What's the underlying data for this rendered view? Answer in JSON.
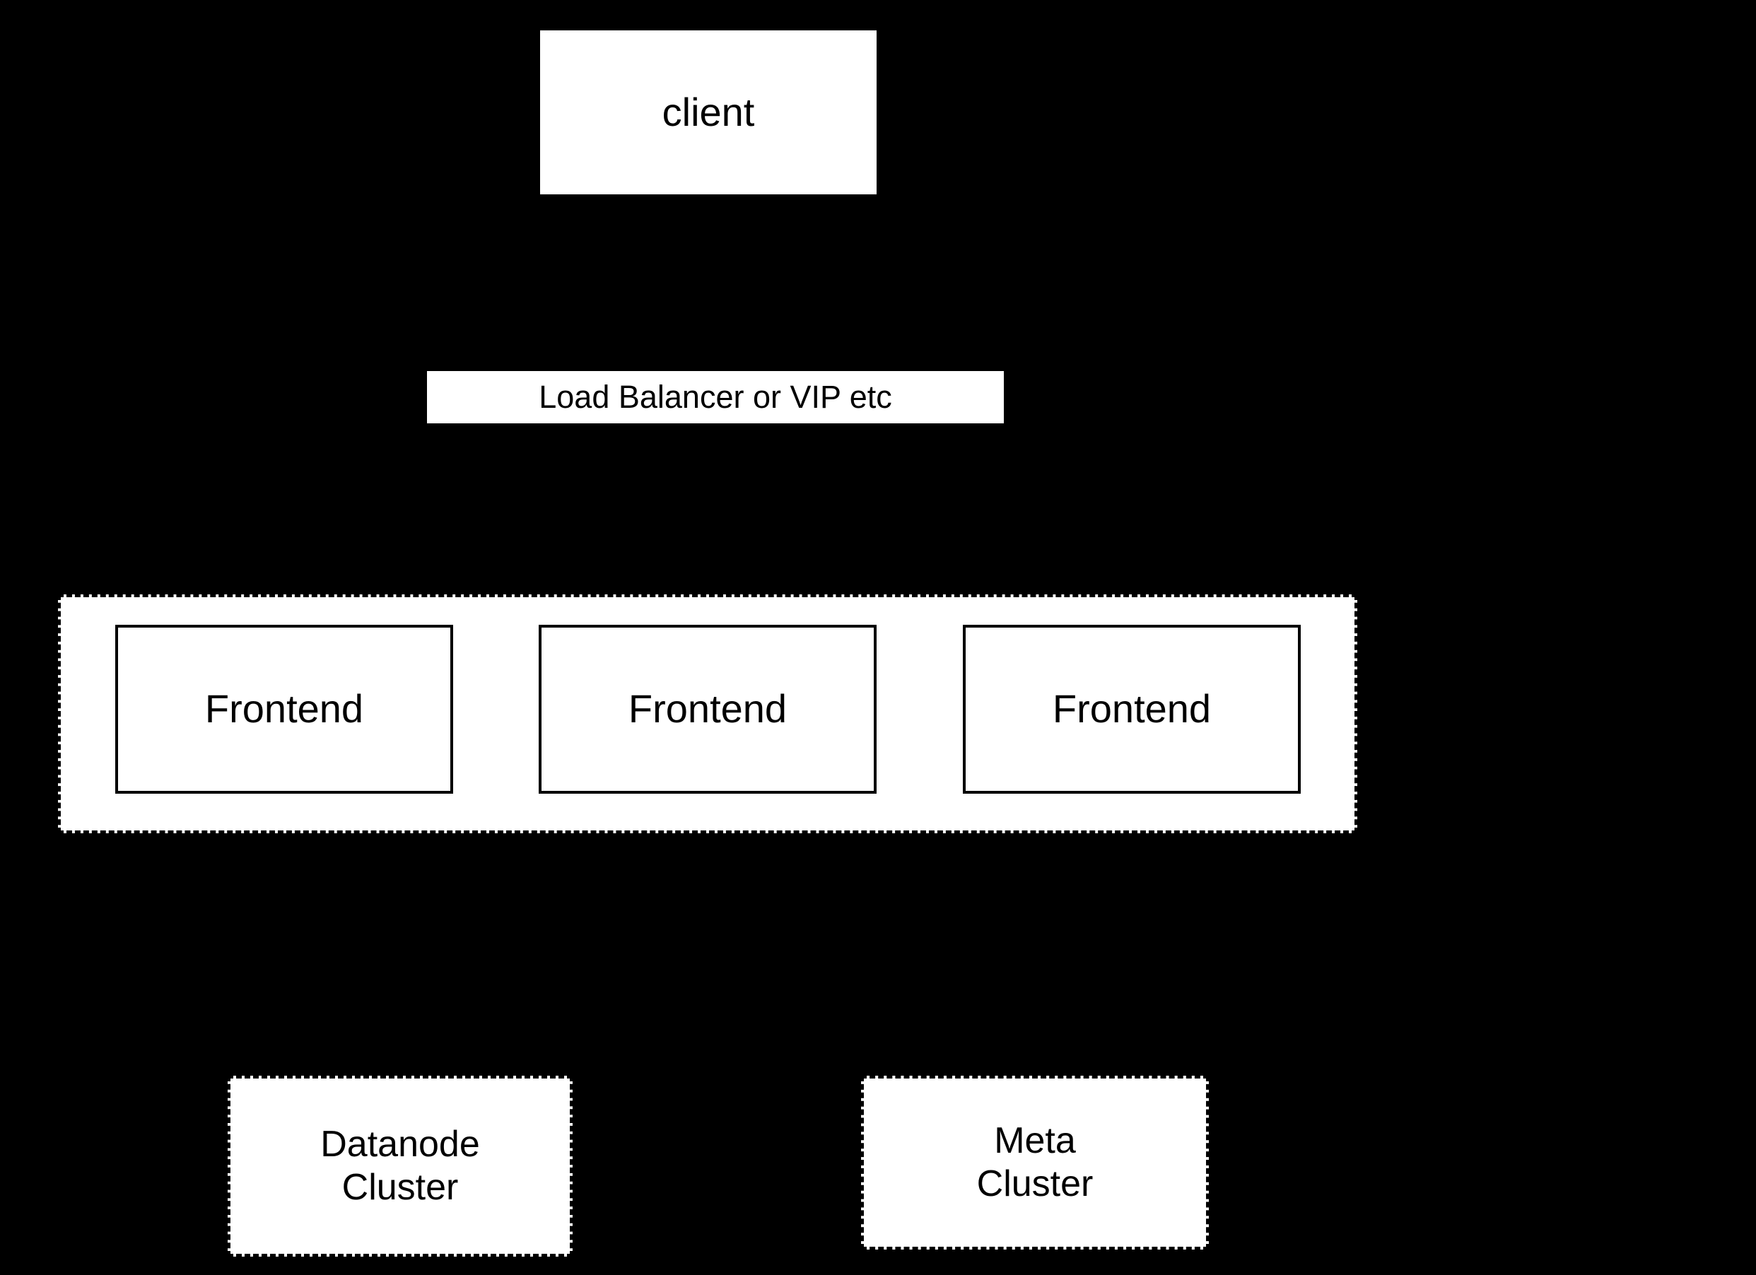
{
  "diagram": {
    "background_color": "#000000",
    "node_fill_color": "#ffffff",
    "stroke_color": "#000000",
    "text_color": "#000000",
    "client": {
      "label": "client"
    },
    "load_balancer": {
      "label": "Load Balancer or VIP etc"
    },
    "frontend_cluster": {
      "nodes": [
        {
          "label": "Frontend"
        },
        {
          "label": "Frontend"
        },
        {
          "label": "Frontend"
        }
      ]
    },
    "datanode_cluster": {
      "label": "Datanode\nCluster"
    },
    "meta_cluster": {
      "label": "Meta\nCluster"
    }
  }
}
